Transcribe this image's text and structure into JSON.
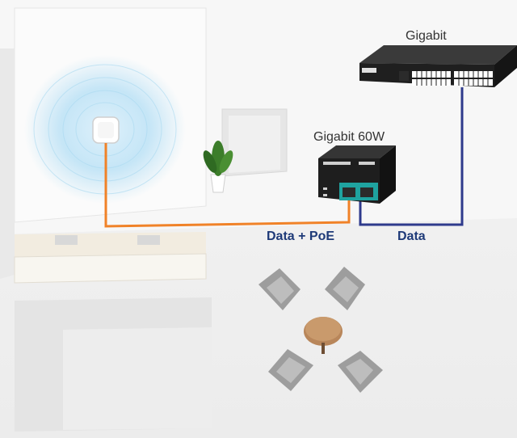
{
  "labels": {
    "switch": "Gigabit",
    "injector": "Gigabit 60W",
    "poe_cable": "Data + PoE",
    "data_cable": "Data"
  },
  "colors": {
    "poe_cable": "#f08228",
    "data_cable": "#2e3a8c",
    "label_blue": "#1e3a78",
    "wifi_glow": "#9ed4f0"
  },
  "icons": {
    "access_point": "ceiling-access-point-icon",
    "switch": "network-switch-icon",
    "injector": "poe-injector-icon"
  }
}
